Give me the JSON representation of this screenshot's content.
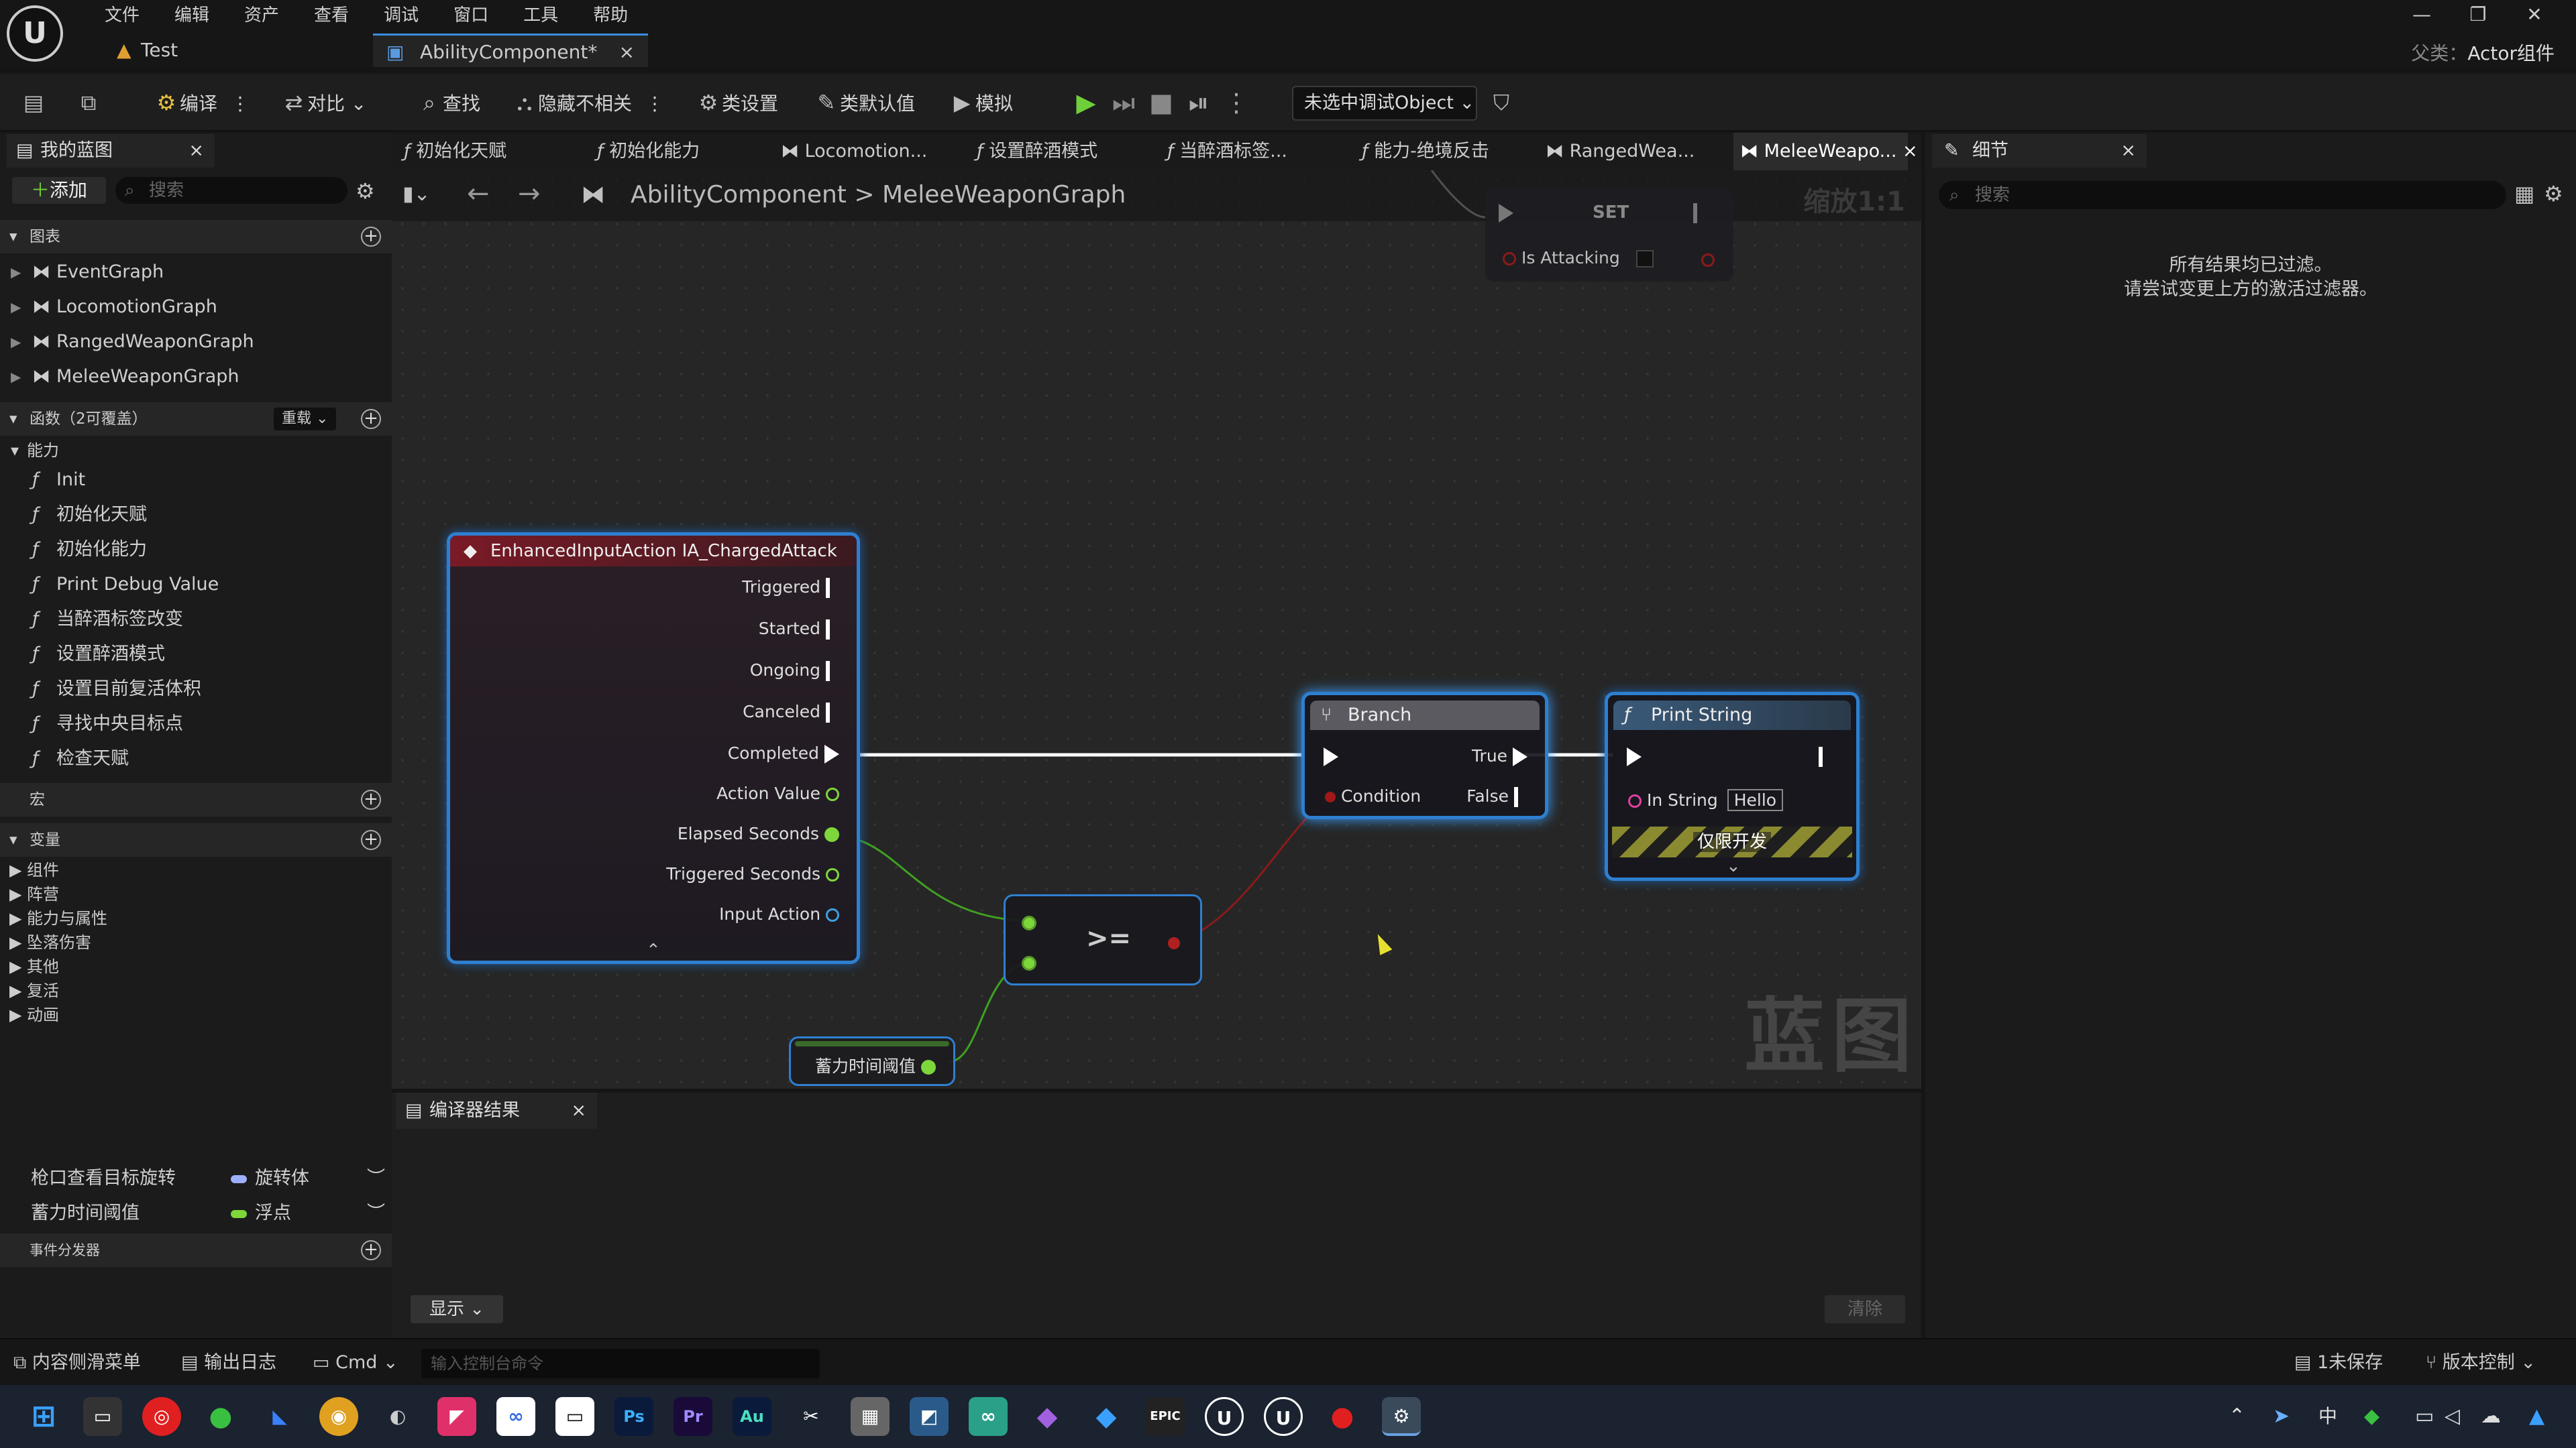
{
  "menu": [
    "文件",
    "编辑",
    "资产",
    "查看",
    "调试",
    "窗口",
    "工具",
    "帮助"
  ],
  "tabs": {
    "project": "Test",
    "asset": "AbilityComponent*",
    "close": "×"
  },
  "window_controls": [
    "—",
    "❐",
    "✕"
  ],
  "parent": {
    "label": "父类：",
    "value": "Actor组件"
  },
  "toolbar": {
    "compile": "编译",
    "diff": "对比",
    "find": "查找",
    "hide": "隐藏不相关",
    "class_settings": "类设置",
    "class_defaults": "类默认值",
    "simulate": "模拟",
    "debug_object": "未选中调试Object"
  },
  "my_blueprint": {
    "tab": "我的蓝图",
    "add": "添加",
    "search_placeholder": "搜索",
    "graphs_section": "图表",
    "graphs": [
      "EventGraph",
      "LocomotionGraph",
      "RangedWeaponGraph",
      "MeleeWeaponGraph"
    ],
    "functions_section": "函数（2可覆盖）",
    "override": "重载",
    "function_category": "能力",
    "functions": [
      "Init",
      "初始化天赋",
      "初始化能力",
      "Print Debug Value",
      "当醉酒标签改变",
      "设置醉酒模式",
      "设置目前复活体积",
      "寻找中央目标点",
      "检查天赋"
    ],
    "macros_section": "宏",
    "variables_section": "变量",
    "variable_categories": [
      "组件",
      "阵营",
      "能力与属性",
      "坠落伤害",
      "其他",
      "复活",
      "动画"
    ],
    "variables": [
      {
        "name": "枪口查看目标旋转",
        "type": "旋转体",
        "color": "#9db0ff"
      },
      {
        "name": "蓄力时间阈值",
        "type": "浮点",
        "color": "#7dd63a"
      }
    ],
    "dispatchers_section": "事件分发器"
  },
  "graph_tabs": [
    "初始化天赋",
    "初始化能力",
    "Locomotion...",
    "设置醉酒模式",
    "当醉酒标签...",
    "能力-绝境反击",
    "RangedWea...",
    "MeleeWeapo..."
  ],
  "breadcrumb": {
    "root": "AbilityComponent",
    "separator": ">",
    "graph": "MeleeWeaponGraph"
  },
  "zoom": "缩放1:1",
  "watermark": "蓝图",
  "nodes": {
    "set": {
      "title": "SET",
      "pin": "Is Attacking"
    },
    "input": {
      "title": "EnhancedInputAction IA_ChargedAttack",
      "pins": [
        "Triggered",
        "Started",
        "Ongoing",
        "Canceled",
        "Completed",
        "Action Value",
        "Elapsed Seconds",
        "Triggered Seconds",
        "Input Action"
      ]
    },
    "branch": {
      "title": "Branch",
      "condition": "Condition",
      "true": "True",
      "false": "False"
    },
    "print": {
      "title": "Print String",
      "in_string": "In String",
      "value": "Hello",
      "dev_only": "仅限开发"
    },
    "compare": {
      "op": ">="
    },
    "threshold": {
      "label": "蓄力时间阈值"
    }
  },
  "details": {
    "tab": "细节",
    "search_placeholder": "搜索",
    "message_1": "所有结果均已过滤。",
    "message_2": "请尝试变更上方的激活过滤器。"
  },
  "compiler": {
    "tab": "编译器结果",
    "show": "显示",
    "clear": "清除"
  },
  "status": {
    "content_drawer": "内容侧滑菜单",
    "output_log": "输出日志",
    "cmd": "Cmd",
    "console_placeholder": "输入控制台命令",
    "unsaved": "1未保存",
    "source_control": "版本控制"
  },
  "taskbar": {
    "ime": "中"
  }
}
